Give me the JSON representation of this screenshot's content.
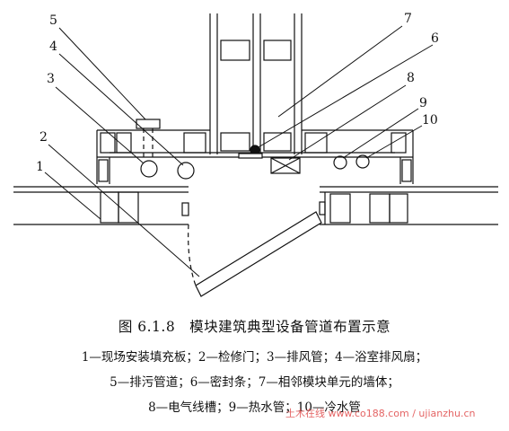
{
  "callouts": [
    "1",
    "2",
    "3",
    "4",
    "5",
    "6",
    "7",
    "8",
    "9",
    "10"
  ],
  "caption": {
    "title": "图 6.1.8　模块建筑典型设备管道布置示意",
    "line1": "1—现场安装填充板；2—检修门；3—排风管；4—浴室排风扇；",
    "line2": "5—排污管道；6—密封条；7—相邻模块单元的墙体；",
    "line3": "8—电气线槽；9—热水管；10—冷水管"
  },
  "watermark": "土木在线 www.co188.com / ujianzhu.cn",
  "colors": {
    "line": "#111111",
    "watermark": "#e04a4a"
  }
}
